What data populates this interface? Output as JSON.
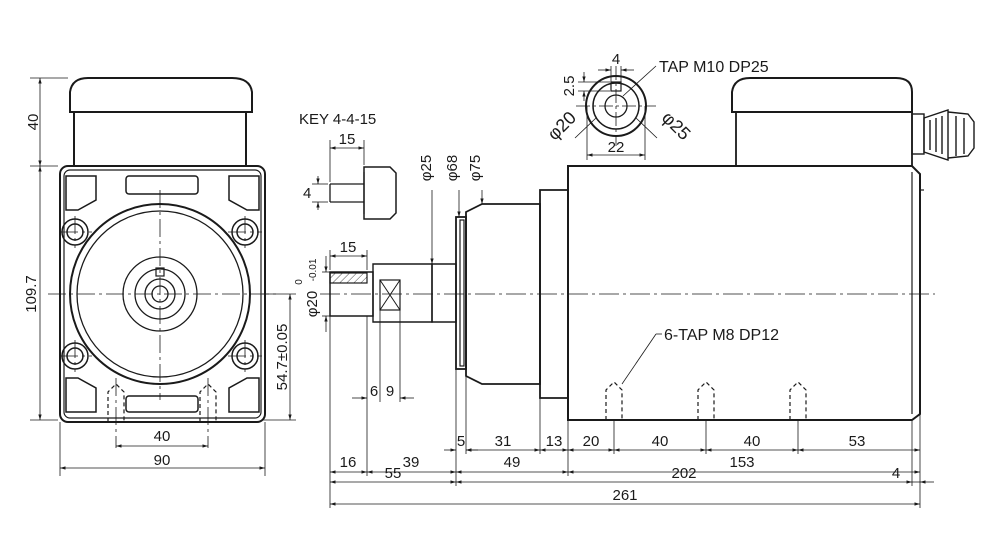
{
  "labels": {
    "key": "KEY 4-4-15",
    "tap_front": "TAP M10 DP25",
    "tap_side": "6-TAP M8 DP12"
  },
  "end_view": {
    "d4": "4",
    "d2_5": "2.5",
    "phi20": "φ20",
    "phi25": "φ25",
    "d22": "22"
  },
  "front_view": {
    "h40": "40",
    "h109_7": "109.7",
    "h54_7": "54.7±0.05",
    "w40": "40",
    "w90": "90"
  },
  "shaft_view": {
    "k15a": "15",
    "k4": "4",
    "s15": "15",
    "shaft_dia": "φ20",
    "shaft_tol_upper": "0",
    "shaft_tol_lower": "-0.01",
    "phi25": "φ25",
    "phi68": "φ68",
    "phi75": "φ75",
    "d6": "6",
    "d9": "9"
  },
  "bottom_dims": {
    "r1": [
      "5",
      "31",
      "13",
      "20",
      "40",
      "40",
      "53"
    ],
    "d16": "16",
    "d39": "39",
    "d49": "49",
    "d153": "153",
    "d55": "55",
    "d202": "202",
    "d4": "4",
    "d261": "261"
  }
}
